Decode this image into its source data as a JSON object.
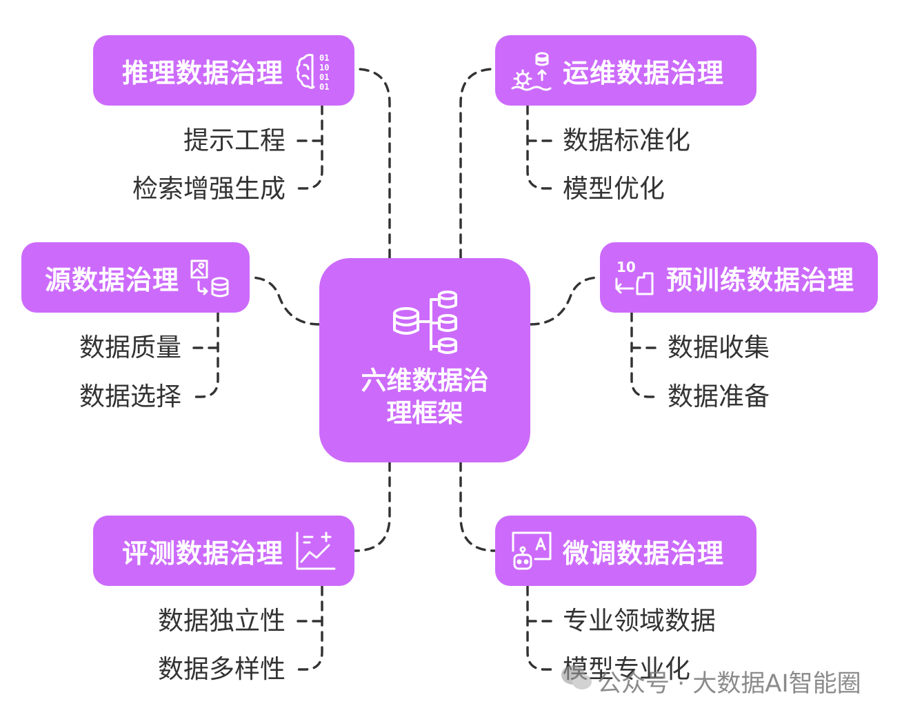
{
  "center": {
    "title_line1": "六维数据治",
    "title_line2": "理框架",
    "icon": "database-tree-icon"
  },
  "branches": [
    {
      "key": "inference",
      "label": "推理数据治理",
      "icon": "brain-binary-icon",
      "leaves": [
        "提示工程",
        "检索增强生成"
      ]
    },
    {
      "key": "ops",
      "label": "运维数据治理",
      "icon": "database-ops-icon",
      "leaves": [
        "数据标准化",
        "模型优化"
      ]
    },
    {
      "key": "source",
      "label": "源数据治理",
      "icon": "image-to-database-icon",
      "leaves": [
        "数据质量",
        "数据选择"
      ]
    },
    {
      "key": "pretrain",
      "label": "预训练数据治理",
      "icon": "binary-loop-icon",
      "leaves": [
        "数据收集",
        "数据准备"
      ]
    },
    {
      "key": "eval",
      "label": "评测数据治理",
      "icon": "chart-plus-icon",
      "leaves": [
        "数据独立性",
        "数据多样性"
      ]
    },
    {
      "key": "finetune",
      "label": "微调数据治理",
      "icon": "robot-text-icon",
      "leaves": [
        "专业领域数据",
        "模型专业化"
      ]
    }
  ],
  "watermark": {
    "text": "公众号 · 大数据AI智能圈",
    "icon": "wechat-icon"
  },
  "colors": {
    "node": "#cc6bfb",
    "line": "#333333",
    "leaf_text": "#333333"
  }
}
